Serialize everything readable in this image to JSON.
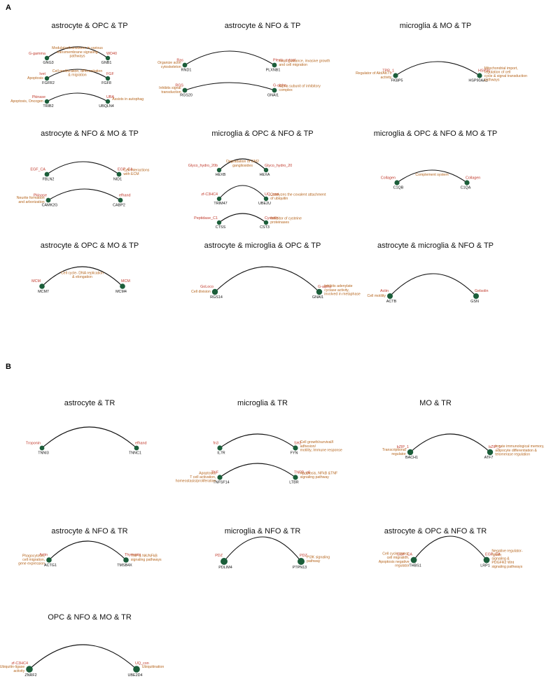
{
  "colors": {
    "node": "#1b5e3a",
    "domain": "#c0392b",
    "function": "#b5651d",
    "arc": "#111111"
  },
  "sections": [
    {
      "label": "A",
      "panels": [
        {
          "title": "astrocyte & OPC & TP",
          "pairs": [
            {
              "a": {
                "gene": "GNG3",
                "domain": "G-gamma",
                "func": []
              },
              "b": {
                "gene": "GNB1",
                "domain": "WD40",
                "func": []
              },
              "mid": [
                "Modulator/transducer in various",
                "transmembrane signaling",
                "pathways"
              ]
            },
            {
              "a": {
                "gene": "FGFR2",
                "domain": "Ivet",
                "func": [
                  "Apoptosis"
                ]
              },
              "b": {
                "gene": "FGF8",
                "domain": "FGF",
                "func": []
              },
              "mid": [
                "Cell proliferation, differentiation",
                "& migration"
              ]
            },
            {
              "a": {
                "gene": "TRIB2",
                "domain": "Pkinase",
                "func": [
                  "Apoptosis, Oncogen"
                ]
              },
              "b": {
                "gene": "UBQLN4",
                "domain": "UBA",
                "func": [
                  "Assists in autophag"
                ]
              },
              "mid": []
            }
          ]
        },
        {
          "title": "astrocyte & NFO & TP",
          "pairs": [
            {
              "a": {
                "gene": "RND1",
                "domain": "Ras",
                "func": [
                  "Organize actin",
                  "cytoskeleton"
                ]
              },
              "b": {
                "gene": "PLXNB1",
                "domain": "Plexin_cytopl",
                "func": [
                  "Axon guidance, invasive growth",
                  "and cell migration"
                ]
              },
              "mid": []
            },
            {
              "a": {
                "gene": "RGS20",
                "domain": "RGS",
                "func": [
                  "Inhibits signal",
                  "transduction"
                ]
              },
              "b": {
                "gene": "GNAI1",
                "domain": "G-alpha",
                "func": [
                  "Alpha subunit of inhibitory",
                  "complex"
                ]
              },
              "mid": []
            }
          ]
        },
        {
          "title": "microglia & MO & TP",
          "pairs": [
            {
              "a": {
                "gene": "FKBP5",
                "domain": "TPR_1",
                "func": [
                  "Regulator of Akt/AKT1",
                  "activity"
                ]
              },
              "b": {
                "gene": "HSP90AA1",
                "domain": "HSP90",
                "func": [
                  "Mitochondrial import,",
                  "regulation of cell",
                  "cycle & signal transduction",
                  "pathways"
                ]
              },
              "mid": []
            }
          ]
        },
        {
          "title": "astrocyte & NFO & MO & TP",
          "pairs": [
            {
              "a": {
                "gene": "FBLN2",
                "domain": "EGF_CA",
                "func": []
              },
              "b": {
                "gene": "NID1",
                "domain": "EGF_CA",
                "func": [
                  "Cell interactions",
                  "with ECM"
                ]
              },
              "mid": []
            },
            {
              "a": {
                "gene": "CAMK2G",
                "domain": "Pkinase",
                "func": [
                  "Neurite formation",
                  "and arborization"
                ]
              },
              "b": {
                "gene": "CABP2",
                "domain": "efhand",
                "func": []
              },
              "mid": []
            }
          ]
        },
        {
          "title": "microglia & OPC & NFO & TP",
          "pairs": [
            {
              "a": {
                "gene": "HEXB",
                "domain": "Glyco_hydro_20b",
                "func": []
              },
              "b": {
                "gene": "HEXA",
                "domain": "Glyco_hydro_20",
                "func": []
              },
              "mid": [
                "Degradation of GM2",
                "gangliosides"
              ]
            },
            {
              "a": {
                "gene": "TRIM47",
                "domain": "zf-C3HC4",
                "func": []
              },
              "b": {
                "gene": "UBE2U",
                "domain": "UQ_con",
                "func": [
                  "Catalyzes the covalent attachment",
                  "of ubiquitin"
                ]
              },
              "mid": []
            },
            {
              "a": {
                "gene": "CTSS",
                "domain": "Peptidase_C1",
                "func": []
              },
              "b": {
                "gene": "CST3",
                "domain": "Cystatin",
                "func": [
                  "Inhibitor of cysteine",
                  "proteinases"
                ]
              },
              "mid": []
            }
          ]
        },
        {
          "title": "microglia & OPC & NFO & MO & TP",
          "pairs": [
            {
              "a": {
                "gene": "C1QB",
                "domain": "Collagen",
                "func": []
              },
              "b": {
                "gene": "C1QA",
                "domain": "Collagen",
                "func": []
              },
              "mid": [
                "Complement system"
              ]
            }
          ]
        },
        {
          "title": "astrocyte & OPC & MO & TP",
          "pairs": [
            {
              "a": {
                "gene": "MCM7",
                "domain": "MCM",
                "func": []
              },
              "b": {
                "gene": "MCM4",
                "domain": "MCM",
                "func": []
              },
              "mid": [
                "Cell cycle- DNA replication",
                "& elongation"
              ]
            }
          ]
        },
        {
          "title": "astrocyte & microglia & OPC & TP",
          "pairs": [
            {
              "a": {
                "gene": "RGS14",
                "domain": "GoLoco",
                "func": [
                  "Cell division"
                ]
              },
              "b": {
                "gene": "GNAI1",
                "domain": "G-alpha",
                "func": [
                  "Inhibits adenylate",
                  "cyclase activity,",
                  "involved in metaphase"
                ]
              },
              "mid": []
            }
          ]
        },
        {
          "title": "astrocyte & microglia & NFO & TP",
          "pairs": [
            {
              "a": {
                "gene": "ACTB",
                "domain": "Actin",
                "func": [
                  "Cell motility"
                ]
              },
              "b": {
                "gene": "GSN",
                "domain": "Gelsolin",
                "func": []
              },
              "mid": []
            }
          ]
        }
      ]
    },
    {
      "label": "B",
      "panels": [
        {
          "title": "astrocyte & TR",
          "pairs": [
            {
              "a": {
                "gene": "TNNI3",
                "domain": "Troponin",
                "func": []
              },
              "b": {
                "gene": "TNNC1",
                "domain": "efhand",
                "func": []
              },
              "mid": []
            }
          ]
        },
        {
          "title": "microglia & TR",
          "pairs": [
            {
              "a": {
                "gene": "IL7R",
                "domain": "fn3",
                "func": []
              },
              "b": {
                "gene": "FYN",
                "domain": "SH2",
                "func": [
                  "Cell growth/survival/l",
                  "adhesion/",
                  "motility, Immune response"
                ]
              },
              "mid": []
            },
            {
              "a": {
                "gene": "TNFSF14",
                "domain": "TNF",
                "func": [
                  "Apoptosis,",
                  "T cell activation,",
                  "homeostasis/proliferation"
                ]
              },
              "b": {
                "gene": "LTBR",
                "domain": "TNFR_c6",
                "func": [
                  "Apoptosis, NFkB &TNF",
                  "signaling pathway"
                ]
              },
              "mid": []
            }
          ]
        },
        {
          "title": "MO & TR",
          "pairs": [
            {
              "a": {
                "gene": "BACH1",
                "domain": "bZIP_1",
                "func": [
                  "Transcriptional",
                  "regulator"
                ]
              },
              "b": {
                "gene": "ATF7",
                "domain": "bZIP_1",
                "func": [
                  "Innate immunological memory,",
                  "adipocyte differentiation &",
                  "telomerase regulation"
                ]
              },
              "mid": []
            }
          ]
        },
        {
          "title": "astrocyte & NFO & TR",
          "pairs": [
            {
              "a": {
                "gene": "ACTG1",
                "domain": "Actin",
                "func": [
                  "Phagocytosis,",
                  "cell migration,",
                  "gene expression"
                ]
              },
              "b": {
                "gene": "TMSB4X",
                "domain": "Thymosin",
                "func": [
                  "TNF & NK/NFkB",
                  "signaling pathways"
                ]
              },
              "mid": []
            }
          ]
        },
        {
          "title": "microglia & NFO & TR",
          "pairs": [
            {
              "a": {
                "gene": "PDLIM4",
                "domain": "PDZ",
                "func": []
              },
              "b": {
                "gene": "PTPN13",
                "domain": "PDZ",
                "func": [
                  "PI3K signaling",
                  "pathway"
                ]
              },
              "mid": []
            }
          ]
        },
        {
          "title": "astrocyte & OPC & NFO & TR",
          "pairs": [
            {
              "a": {
                "gene": "THBS1",
                "domain": "EGF_CA",
                "func": [
                  "Cell cycle arrest,",
                  "cell migration,",
                  "Apoptosis negative",
                  "regulator"
                ]
              },
              "b": {
                "gene": "LRP1",
                "domain": "EGF_CA",
                "func": [
                  "Negative regulator-",
                  "Notch",
                  "signaling &",
                  "PDGFR2 Wnt",
                  "signaling pathways"
                ]
              },
              "mid": []
            }
          ]
        },
        {
          "title": "OPC & NFO & MO & TR",
          "pairs": [
            {
              "a": {
                "gene": "ZNRF2",
                "domain": "zf-C3HC4",
                "func": [
                  "Ubiquitin-ligase",
                  "activity"
                ]
              },
              "b": {
                "gene": "UBE2D4",
                "domain": "UQ_con",
                "func": [
                  "Ubiquitination"
                ]
              },
              "mid": []
            }
          ]
        }
      ]
    }
  ]
}
